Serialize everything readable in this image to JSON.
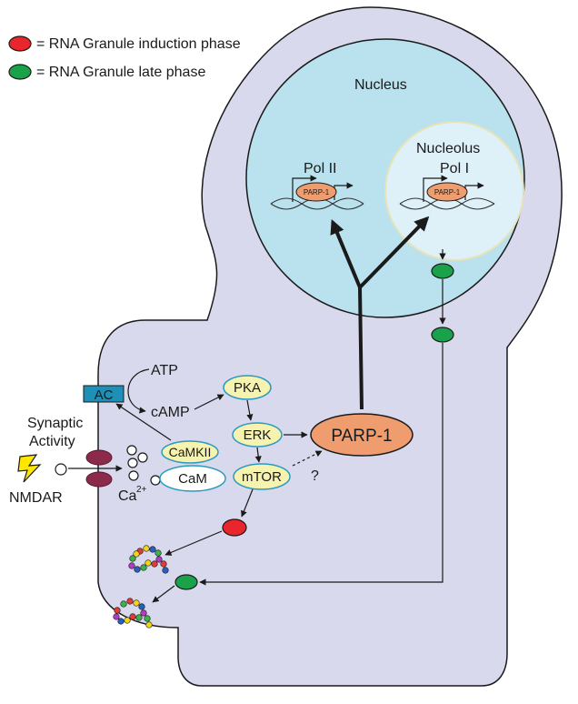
{
  "legend": [
    {
      "color": "#e8262b",
      "label": "= RNA Granule induction phase"
    },
    {
      "color": "#1aa24b",
      "label": "= RNA Granule late phase"
    }
  ],
  "labels": {
    "nucleus": "Nucleus",
    "nucleolus": "Nucleolus",
    "pol2": "Pol II",
    "pol1": "Pol I",
    "parp1_small": "PARP-1",
    "parp1": "PARP-1",
    "atp": "ATP",
    "camp": "cAMP",
    "ac": "AC",
    "pka": "PKA",
    "erk": "ERK",
    "mtor": "mTOR",
    "camkii": "CaMKII",
    "cam": "CaM",
    "synaptic": "Synaptic",
    "activity": "Activity",
    "nmdar": "NMDAR",
    "ca": "Ca",
    "ca_charge": "2+",
    "question": "?"
  },
  "colors": {
    "cell": "#d8d9ec",
    "nucleus": "#b9e2ee",
    "nucleolus": "#dff1f8",
    "kinase": "#f6f3b0",
    "kinase_border": "#2a9bbf",
    "parp": "#ef9d6e",
    "ac": "#1e8fb6",
    "receptor": "#8b2a4a",
    "lightning": "#ffe600"
  }
}
